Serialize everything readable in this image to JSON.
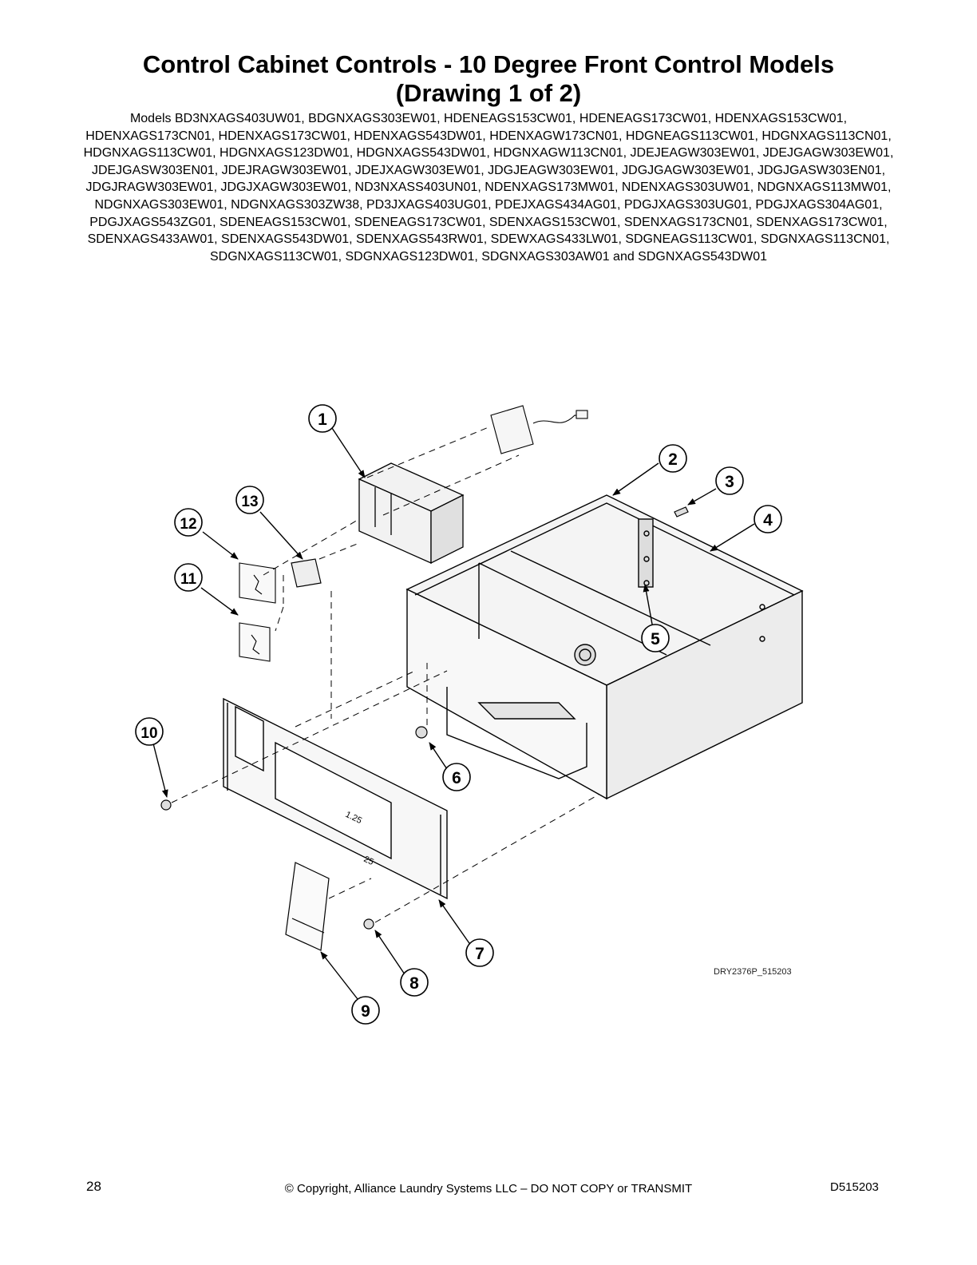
{
  "header": {
    "title_line1": "Control Cabinet Controls - 10 Degree Front Control Models",
    "title_line2": "(Drawing 1 of 2)",
    "models": "Models BD3NXAGS403UW01, BDGNXAGS303EW01, HDENEAGS153CW01, HDENEAGS173CW01, HDENXAGS153CW01, HDENXAGS173CN01, HDENXAGS173CW01, HDENXAGS543DW01, HDENXAGW173CN01, HDGNEAGS113CW01, HDGNXAGS113CN01, HDGNXAGS113CW01, HDGNXAGS123DW01, HDGNXAGS543DW01, HDGNXAGW113CN01, JDEJEAGW303EW01, JDEJGAGW303EW01, JDEJGASW303EN01, JDEJRAGW303EW01, JDEJXAGW303EW01, JDGJEAGW303EW01, JDGJGAGW303EW01, JDGJGASW303EN01, JDGJRAGW303EW01, JDGJXAGW303EW01, ND3NXASS403UN01, NDENXAGS173MW01, NDENXAGS303UW01, NDGNXAGS113MW01, NDGNXAGS303EW01, NDGNXAGS303ZW38, PD3JXAGS403UG01, PDEJXAGS434AG01, PDGJXAGS303UG01, PDGJXAGS304AG01, PDGJXAGS543ZG01, SDENEAGS153CW01, SDENEAGS173CW01, SDENXAGS153CW01, SDENXAGS173CN01, SDENXAGS173CW01, SDENXAGS433AW01, SDENXAGS543DW01, SDENXAGS543RW01, SDEWXAGS433LW01, SDGNEAGS113CW01, SDGNXAGS113CN01, SDGNXAGS113CW01, SDGNXAGS123DW01, SDGNXAGS303AW01 and SDGNXAGS543DW01"
  },
  "diagram": {
    "drawing_id": "DRY2376P_515203",
    "callouts": [
      "1",
      "2",
      "3",
      "4",
      "5",
      "6",
      "7",
      "8",
      "9",
      "10",
      "11",
      "12",
      "13"
    ],
    "panel_marks": [
      "1.25",
      "25"
    ]
  },
  "footer": {
    "page_number": "28",
    "copyright": "© Copyright, Alliance Laundry Systems LLC – DO NOT COPY or TRANSMIT",
    "doc_number": "D515203"
  }
}
